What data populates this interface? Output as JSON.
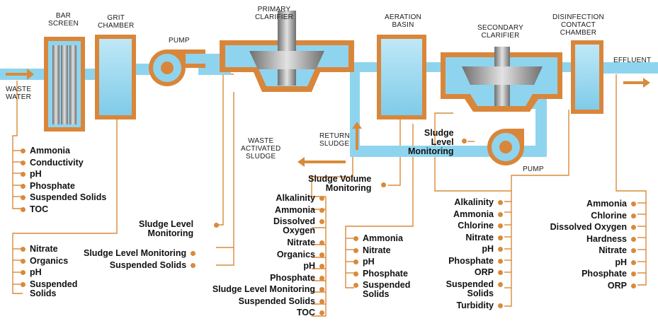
{
  "units": {
    "bar_screen": "BAR\nSCREEN",
    "grit_chamber": "GRIT\nCHAMBER",
    "pump1": "PUMP",
    "primary_clarifier": "PRIMARY\nCLARIFIER",
    "aeration_basin": "AERATION\nBASIN",
    "secondary_clarifier": "SECONDARY\nCLARIFIER",
    "disinfection": "DISINFECTION\nCONTACT\nCHAMBER",
    "effluent": "EFFLUENT",
    "waste_water": "WASTE\nWATER",
    "return_sludge": "RETURN\nSLUDGE",
    "waste_activated_sludge": "WASTE\nACTIVATED\nSLUDGE",
    "pump2": "PUMP"
  },
  "params": {
    "influent": [
      "Ammonia",
      "Conductivity",
      "pH",
      "Phosphate",
      "Suspended Solids",
      "TOC"
    ],
    "grit": [
      "Nitrate",
      "Organics",
      "pH",
      "Suspended\nSolids"
    ],
    "primary_sludge": "Sludge Level\nMonitoring",
    "primary_out": [
      "Sludge Level Monitoring",
      "Suspended Solids"
    ],
    "aeration": [
      "Alkalinity",
      "Ammonia",
      "Dissolved\nOxygen",
      "Nitrate",
      "Organics",
      "pH",
      "Phosphate",
      "Sludge Level Monitoring",
      "Suspended Solids",
      "TOC"
    ],
    "sludge_volume": "Sludge Volume\nMonitoring",
    "return_list": [
      "Ammonia",
      "Nitrate",
      "pH",
      "Phosphate",
      "Suspended\nSolids"
    ],
    "secondary_sludge": "Sludge\nLevel\nMonitoring",
    "secondary": [
      "Alkalinity",
      "Ammonia",
      "Chlorine",
      "Nitrate",
      "pH",
      "Phosphate",
      "ORP",
      "Suspended\nSolids",
      "Turbidity"
    ],
    "effluent": [
      "Ammonia",
      "Chlorine",
      "Dissolved Oxygen",
      "Hardness",
      "Nitrate",
      "pH",
      "Phosphate",
      "ORP"
    ]
  },
  "colors": {
    "water": "#8fd4ee",
    "tank_border": "#d9863a",
    "steel": "#a8a8a8",
    "line": "#d98a3a"
  }
}
